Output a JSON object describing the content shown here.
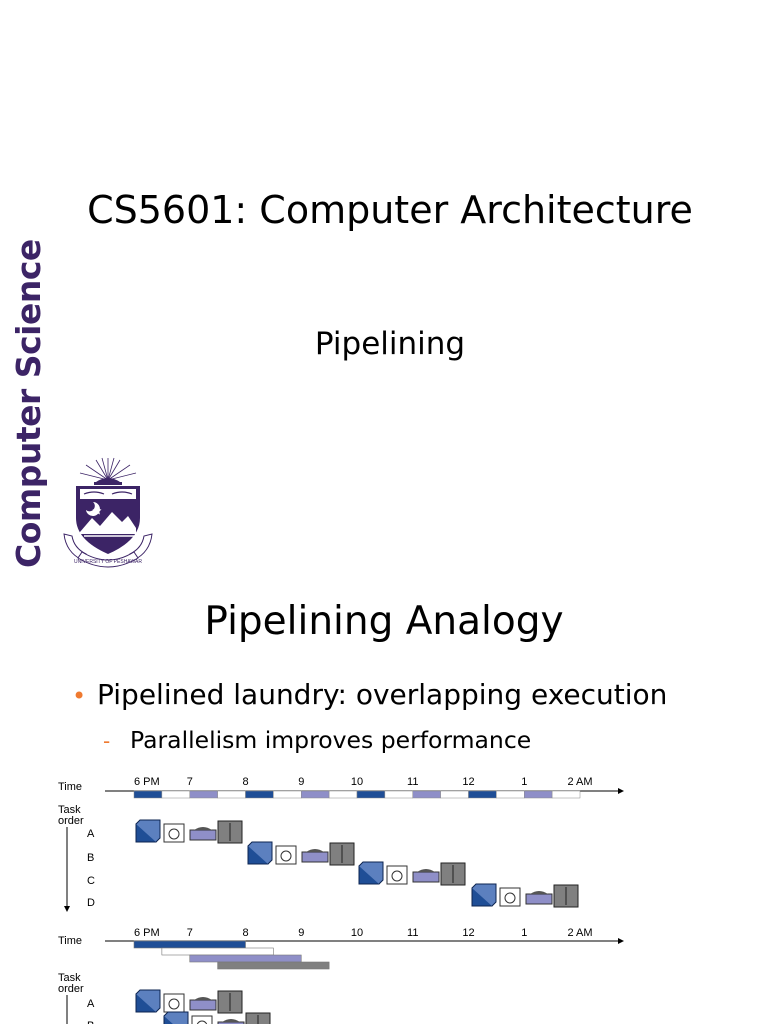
{
  "slide1": {
    "title": "CS5601: Computer Architecture",
    "subtitle": "Pipelining",
    "side_text": "Computer Science",
    "crest_text": "UNIVERSITY OF PESHAWAR"
  },
  "slide2": {
    "title": "Pipelining Analogy",
    "bullet": "Pipelined laundry: overlapping execution",
    "sub_bullet": "Parallelism improves performance"
  },
  "diagram": {
    "time_label": "Time",
    "task_label_1": "Task",
    "task_label_2": "order",
    "time_ticks": [
      "6 PM",
      "7",
      "8",
      "9",
      "10",
      "11",
      "12",
      "1",
      "2 AM"
    ],
    "tasks": [
      "A",
      "B",
      "C",
      "D"
    ],
    "stages": [
      "washer",
      "dryer",
      "folder",
      "storer"
    ],
    "colors": {
      "washer": "#1f4e96",
      "dryer": "#ffffff",
      "folder": "#8f8fc8",
      "storer": "#808080"
    }
  }
}
